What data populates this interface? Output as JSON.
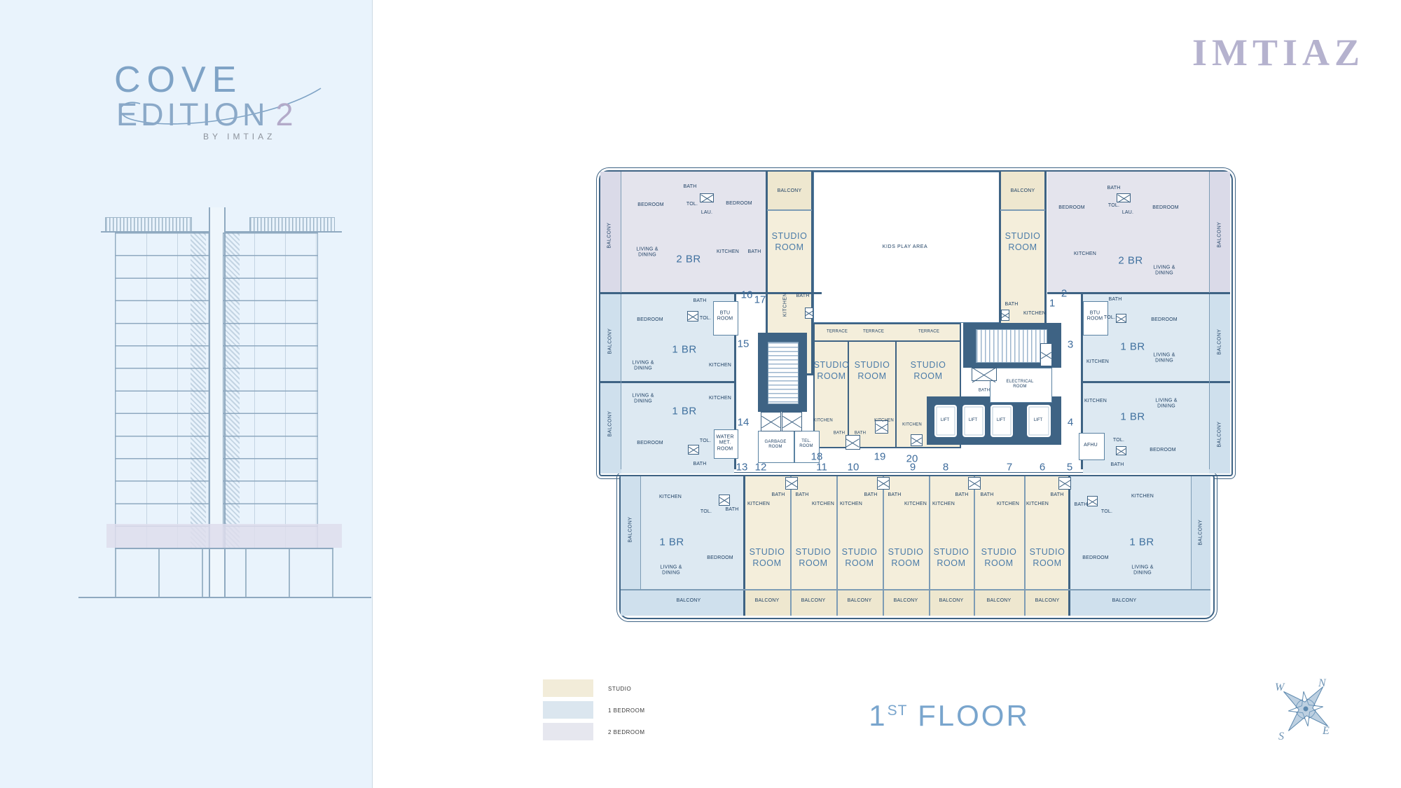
{
  "brand": {
    "cove": "COVE",
    "edition": "EDITION",
    "edition_num": "2",
    "byline": "BY IMTIAZ",
    "corner_logo": "IMTIAZ"
  },
  "title": {
    "num": "1",
    "sup": "ST",
    "word": " FLOOR"
  },
  "legend": {
    "studio": "STUDIO",
    "one_bed": "1 BEDROOM",
    "two_bed": "2 BEDROOM",
    "studio_color": "#f2ecd9",
    "one_bed_color": "#dbe6ef",
    "two_bed_color": "#e6e7ef"
  },
  "compass": {
    "n": "N",
    "e": "E",
    "s": "S",
    "w": "W"
  },
  "t": {
    "balcony": "BALCONY",
    "bedroom": "BEDROOM",
    "bath": "BATH",
    "tol": "TOL.",
    "lau": "LAU.",
    "kitchen": "KITCHEN",
    "living": "LIVING &\nDINING",
    "studio": "STUDIO\nROOM",
    "terrace": "TERRACE",
    "lift": "LIFT",
    "br1": "1 BR",
    "br2": "2 BR",
    "btu": "BTU\nROOM",
    "afhu": "AFHU",
    "water": "WATER\nMET.\nROOM",
    "garbage": "GARBAGE\nROOM",
    "tel": "TEL.\nROOM",
    "elec": "ELECTRICAL\nROOM",
    "kids": "KIDS PLAY AREA"
  },
  "num": {
    "n1": "1",
    "n2": "2",
    "n3": "3",
    "n4": "4",
    "n5": "5",
    "n6": "6",
    "n7": "7",
    "n8": "8",
    "n9": "9",
    "n10": "10",
    "n11": "11",
    "n12": "12",
    "n13": "13",
    "n14": "14",
    "n15": "15",
    "n16": "16",
    "n17": "17",
    "n18": "18",
    "n19": "19",
    "n20": "20"
  }
}
